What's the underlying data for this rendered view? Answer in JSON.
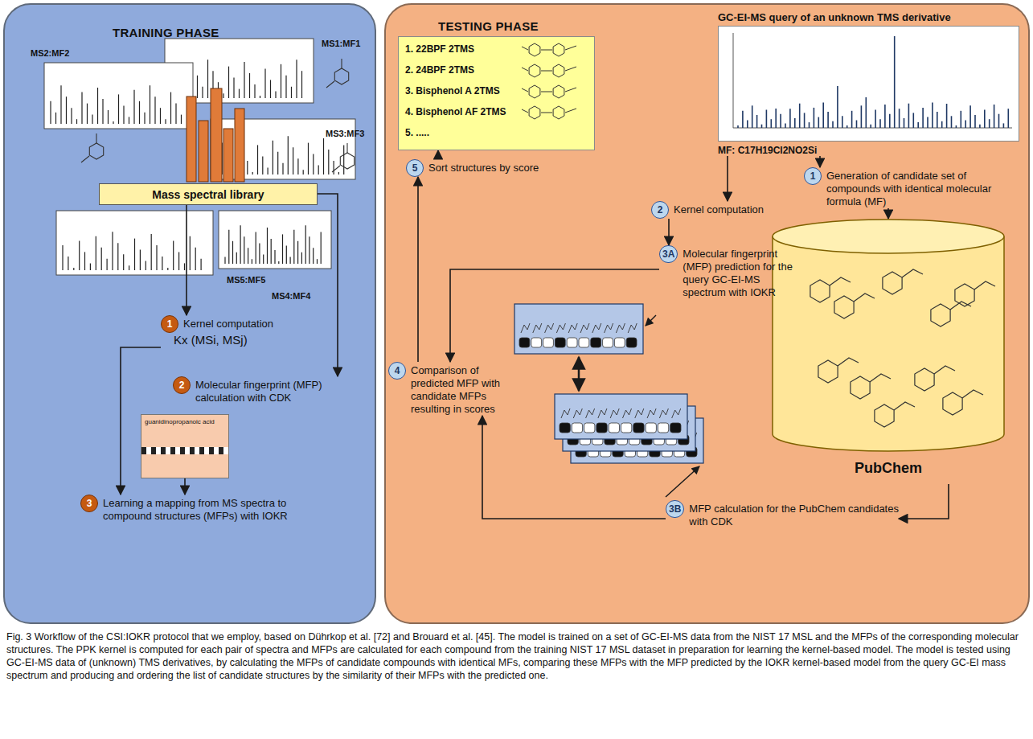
{
  "diagram": {
    "caption": "Fig. 3 Workflow of the CSI:IOKR protocol that we employ, based on Dührkop et al. [72] and Brouard et al. [45]. The model is trained on a set of GC-EI-MS data from the NIST 17 MSL and the MFPs of the corresponding molecular structures. The PPK kernel is computed for each pair of spectra and MFPs are calculated for each compound from the training NIST 17 MSL dataset in preparation for learning the kernel-based model. The model is tested using GC-EI-MS data of (unknown) TMS derivatives, by calculating the MFPs of candidate compounds with identical MFs, comparing these MFPs with the MFP predicted by the IOKR kernel-based model from the query GC-EI mass spectrum and producing and ordering the list of candidate structures by the similarity of their MFPs with the predicted one.",
    "nodes": [
      {
        "text": [
          "TRAINING PHASE"
        ]
      },
      {
        "text": [
          "Mass spectral library"
        ],
        "in": 0
      },
      {
        "text": [
          "1",
          "Kernel computation",
          "Kx (MSi, MSj)"
        ],
        "in": 0
      },
      {
        "text": [
          "2",
          "Molecular fingerprint (MFP) calculation with CDK"
        ],
        "in": 0
      },
      {
        "text": [
          "guanidinopropanoic acid"
        ],
        "in": 0
      },
      {
        "text": [
          "3",
          "Learning a mapping from MS spectra to compound structures (MFPs) with IOKR"
        ],
        "in": 0
      },
      {
        "text": [
          "TESTING PHASE"
        ]
      },
      {
        "text": [
          "1. 22BPF 2TMS",
          "2. 24BPF 2TMS",
          "3. Bisphenol A 2TMS",
          "4. Bisphenol AF 2TMS",
          "5. ....."
        ],
        "in": 6
      },
      {
        "text": [
          "GC-EI-MS query of an unknown TMS derivative",
          "MF: C17H19Cl2NO2Si"
        ],
        "in": 6
      },
      {
        "text": [
          "1",
          "Generation of candidate set of compounds with identical molecular formula (MF)"
        ],
        "in": 6
      },
      {
        "text": [
          "PubChem"
        ],
        "in": 6
      },
      {
        "text": [
          "2",
          "Kernel computation"
        ],
        "in": 6
      },
      {
        "text": [
          "3A",
          "Molecular fingerprint (MFP) prediction for the query GC-EI-MS spectrum with IOKR"
        ],
        "in": 6
      },
      {
        "text": [
          "4",
          "Comparison of predicted MFP with candidate MFPs resulting in scores"
        ],
        "in": 6
      },
      {
        "text": [
          "3B",
          "MFP calculation for the PubChem candidates with CDK"
        ],
        "in": 6
      },
      {
        "text": [
          "5",
          "Sort structures by score"
        ],
        "in": 6
      }
    ],
    "edges": [
      {
        "from": 1,
        "to": 2,
        "arrow": "to"
      },
      {
        "from": 1,
        "to": 3,
        "arrow": "to"
      },
      {
        "from": 2,
        "to": 5,
        "arrow": "to"
      },
      {
        "from": 4,
        "to": 5,
        "arrow": "to"
      },
      {
        "from": 8,
        "to": 9,
        "arrow": "to"
      },
      {
        "from": 9,
        "to": 10,
        "arrow": "to"
      },
      {
        "from": 8,
        "to": 11,
        "arrow": "to"
      },
      {
        "from": 11,
        "to": 12,
        "arrow": "to"
      },
      {
        "from": 10,
        "to": 14,
        "arrow": "to"
      },
      {
        "from": 14,
        "to": 13,
        "arrow": "to"
      },
      {
        "from": 12,
        "to": 13,
        "arrow": "to"
      },
      {
        "from": 13,
        "to": 15,
        "arrow": "to"
      },
      {
        "from": 15,
        "to": 7,
        "arrow": "to"
      }
    ],
    "labels": [
      "MS1:MF1",
      "MS2:MF2",
      "MS3:MF3",
      "MS4:MF4",
      "MS5:MF5"
    ]
  }
}
